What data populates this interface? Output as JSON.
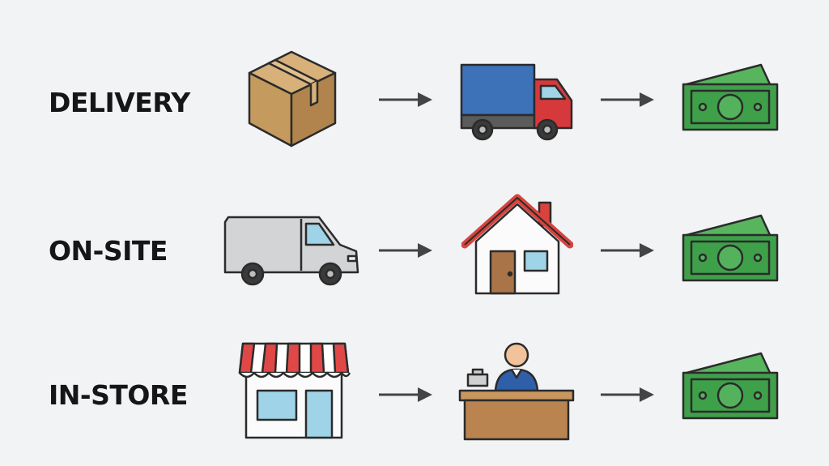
{
  "rows": [
    {
      "label": "DELIVERY",
      "steps": [
        "box-icon",
        "truck-icon",
        "cash-icon"
      ]
    },
    {
      "label": "ON-SITE",
      "steps": [
        "van-icon",
        "house-icon",
        "cash-icon"
      ]
    },
    {
      "label": "IN-STORE",
      "steps": [
        "storefront-icon",
        "cashier-counter-icon",
        "cash-icon"
      ]
    }
  ],
  "colors": {
    "background": "#f1f3f5",
    "outline": "#2b2b2b",
    "arrow": "#444444",
    "cash_green": "#3fa04a",
    "box_brown": "#c49a5e",
    "truck_blue": "#3d72b8",
    "truck_red": "#d6393c",
    "van_gray": "#d3d4d6",
    "roof_red": "#d8433d",
    "awning_red": "#e04848",
    "window_blue": "#9fd3e7",
    "door_brown": "#a87448",
    "counter_brown": "#b98450",
    "shirt_blue": "#2f5fa8",
    "skin": "#f2c39a"
  }
}
